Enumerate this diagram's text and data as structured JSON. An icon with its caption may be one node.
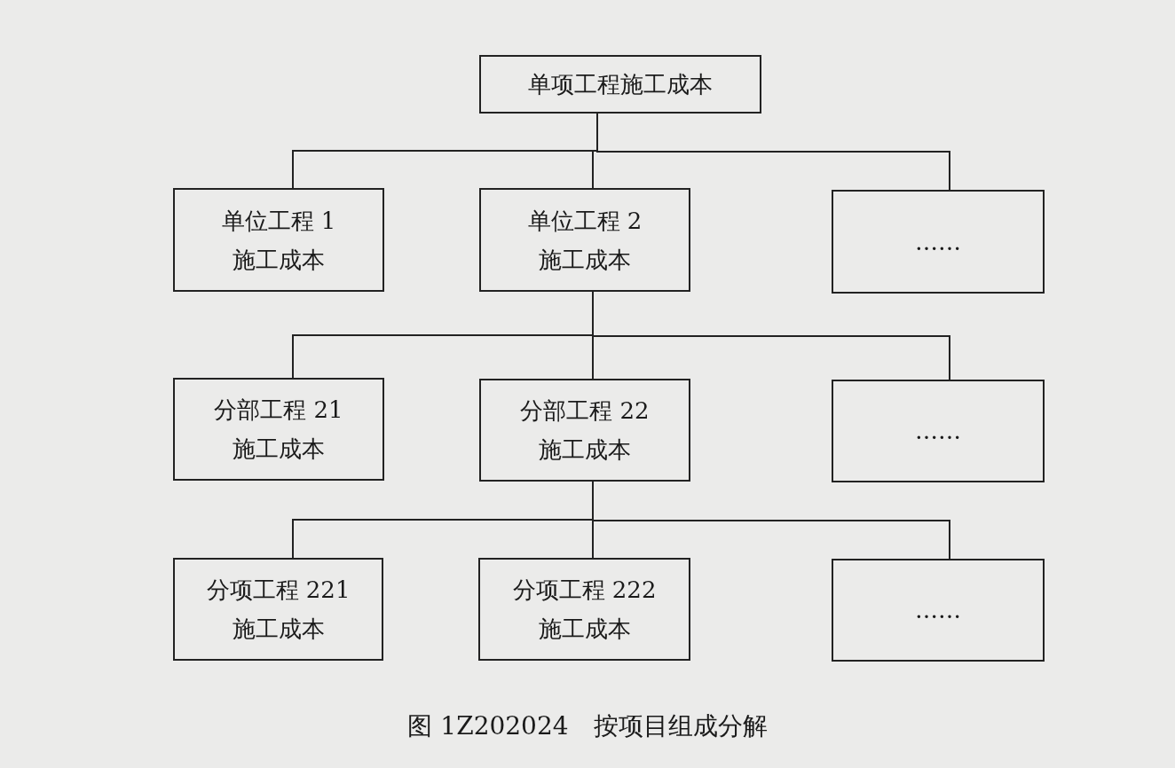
{
  "diagram": {
    "caption": "图 1Z202024　按项目组成分解",
    "nodes": [
      {
        "text": [
          "单项工程施工成本"
        ]
      },
      {
        "text": [
          "单位工程 1",
          "施工成本"
        ]
      },
      {
        "text": [
          "单位工程 2",
          "施工成本"
        ]
      },
      {
        "text": [
          "……"
        ]
      },
      {
        "text": [
          "分部工程 21",
          "施工成本"
        ]
      },
      {
        "text": [
          "分部工程 22",
          "施工成本"
        ]
      },
      {
        "text": [
          "……"
        ]
      },
      {
        "text": [
          "分项工程 221",
          "施工成本"
        ]
      },
      {
        "text": [
          "分项工程 222",
          "施工成本"
        ]
      },
      {
        "text": [
          "……"
        ]
      }
    ],
    "edges": [
      {
        "from": 0,
        "to": 1,
        "arrow": "none"
      },
      {
        "from": 0,
        "to": 2,
        "arrow": "none"
      },
      {
        "from": 0,
        "to": 3,
        "arrow": "none"
      },
      {
        "from": 2,
        "to": 4,
        "arrow": "none"
      },
      {
        "from": 2,
        "to": 5,
        "arrow": "none"
      },
      {
        "from": 2,
        "to": 6,
        "arrow": "none"
      },
      {
        "from": 5,
        "to": 7,
        "arrow": "none"
      },
      {
        "from": 5,
        "to": 8,
        "arrow": "none"
      },
      {
        "from": 5,
        "to": 9,
        "arrow": "none"
      }
    ]
  }
}
